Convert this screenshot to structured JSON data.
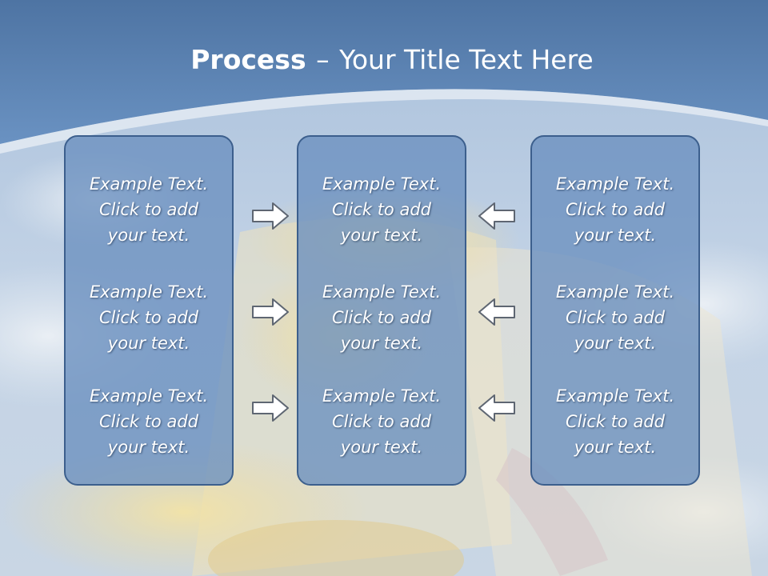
{
  "title": {
    "bold": "Process",
    "separator": "–",
    "rest": "Your Title Text Here"
  },
  "columns": [
    {
      "items": [
        {
          "line1": "Example Text.",
          "line2": "Click  to add",
          "line3": "your text."
        },
        {
          "line1": "Example Text.",
          "line2": "Click  to add",
          "line3": "your text."
        },
        {
          "line1": "Example Text.",
          "line2": "Click  to add",
          "line3": "your text."
        }
      ]
    },
    {
      "items": [
        {
          "line1": "Example Text.",
          "line2": "Click  to add",
          "line3": "your text."
        },
        {
          "line1": "Example Text.",
          "line2": "Click  to add",
          "line3": "your text."
        },
        {
          "line1": "Example Text.",
          "line2": "Click  to add",
          "line3": "your text."
        }
      ]
    },
    {
      "items": [
        {
          "line1": "Example Text.",
          "line2": "Click  to add",
          "line3": "your text."
        },
        {
          "line1": "Example Text.",
          "line2": "Click  to add",
          "line3": "your text."
        },
        {
          "line1": "Example Text.",
          "line2": "Click  to add",
          "line3": "your text."
        }
      ]
    }
  ],
  "icons": {
    "left_arrows": "arrow-right-icon",
    "right_arrows": "arrow-left-icon"
  },
  "colors": {
    "header_blue": "#5f86b8",
    "box_fill": "#6a90bf",
    "box_border": "#3c5f8d",
    "arrow_fill": "#ffffff",
    "arrow_stroke": "#5e6672"
  }
}
